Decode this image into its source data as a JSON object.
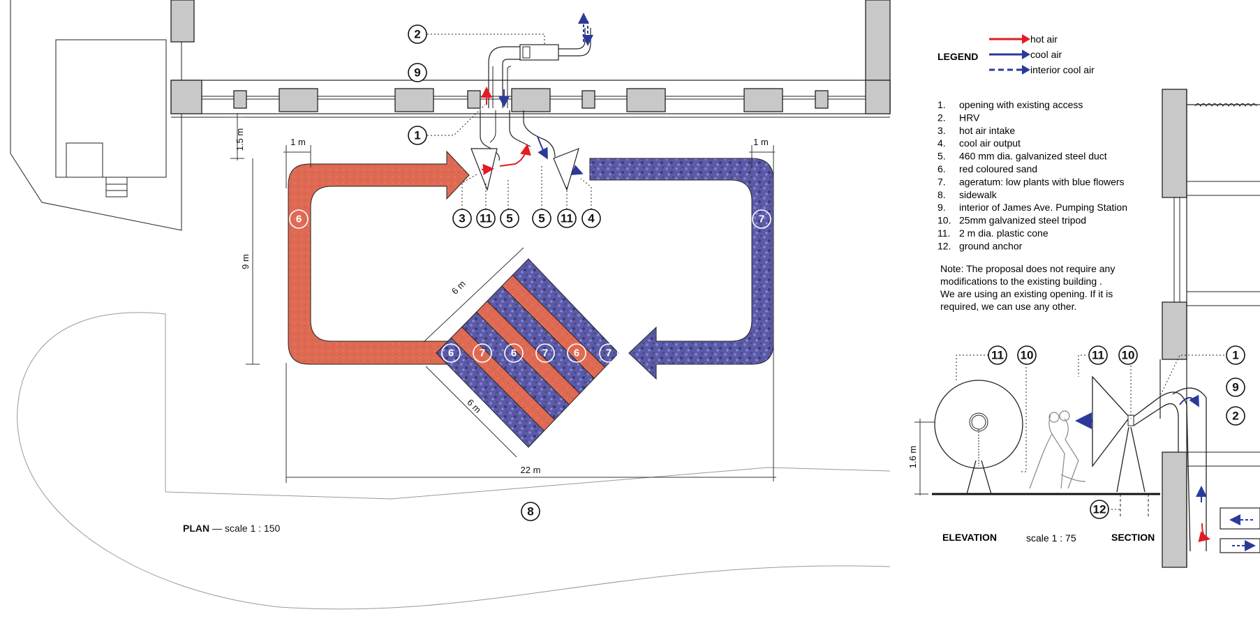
{
  "legend": {
    "title": "LEGEND",
    "items": [
      {
        "label": "hot air",
        "color": "#e31b23",
        "style": "solid"
      },
      {
        "label": "cool air",
        "color": "#2b3a9a",
        "style": "solid"
      },
      {
        "label": "interior cool air",
        "color": "#2b3a9a",
        "style": "dashed"
      }
    ]
  },
  "key": [
    {
      "num": "1.",
      "text": "opening with existing access"
    },
    {
      "num": "2.",
      "text": "HRV"
    },
    {
      "num": "3.",
      "text": "hot air intake"
    },
    {
      "num": "4.",
      "text": "cool air output"
    },
    {
      "num": "5.",
      "text": "460 mm dia. galvanized steel duct"
    },
    {
      "num": "6.",
      "text": "red coloured sand"
    },
    {
      "num": "7.",
      "text": "ageratum: low plants with blue flowers"
    },
    {
      "num": "8.",
      "text": "sidewalk"
    },
    {
      "num": "9.",
      "text": "interior of James Ave. Pumping  Station"
    },
    {
      "num": "10.",
      "text": "25mm galvanized steel tripod"
    },
    {
      "num": "11.",
      "text": "2 m  dia. plastic cone"
    },
    {
      "num": "12.",
      "text": "ground anchor"
    }
  ],
  "note": [
    "Note: The proposal does not require any",
    "modifications to the existing building .",
    "We are using an existing opening. If it is",
    "required, we can use any other."
  ],
  "plan": {
    "label_bold": "PLAN",
    "label_rest": " — scale 1 : 150",
    "dims": {
      "setback": "1.5 m",
      "width_left": "1 m",
      "width_right": "1 m",
      "height": "9 m",
      "diag_top": "6 m",
      "diag_bottom": "6 m",
      "total": "22 m"
    },
    "callouts": {
      "c1": "1",
      "c2": "2",
      "c3": "3",
      "c4": "4",
      "c5a": "5",
      "c5b": "5",
      "c8": "8",
      "c9": "9",
      "c11a": "11",
      "c11b": "11",
      "c6left": "6",
      "c7right": "7",
      "s6a": "6",
      "s7a": "7",
      "s6b": "6",
      "s7b": "7",
      "s6c": "6",
      "s7c": "7"
    }
  },
  "elevation": {
    "label": "ELEVATION",
    "scale": "scale 1 : 75",
    "height_dim": "1.6 m",
    "callouts": {
      "c11": "11",
      "c10": "10"
    }
  },
  "section": {
    "label": "SECTION",
    "callouts": {
      "c11": "11",
      "c10": "10",
      "c1": "1",
      "c9": "9",
      "c2": "2",
      "c12": "12"
    }
  },
  "colors": {
    "red_sand": "#de6650",
    "ageratum": "#5c5aa8",
    "hot": "#e31b23",
    "cool": "#2b3a9a",
    "wall": "#c8c8c8"
  }
}
